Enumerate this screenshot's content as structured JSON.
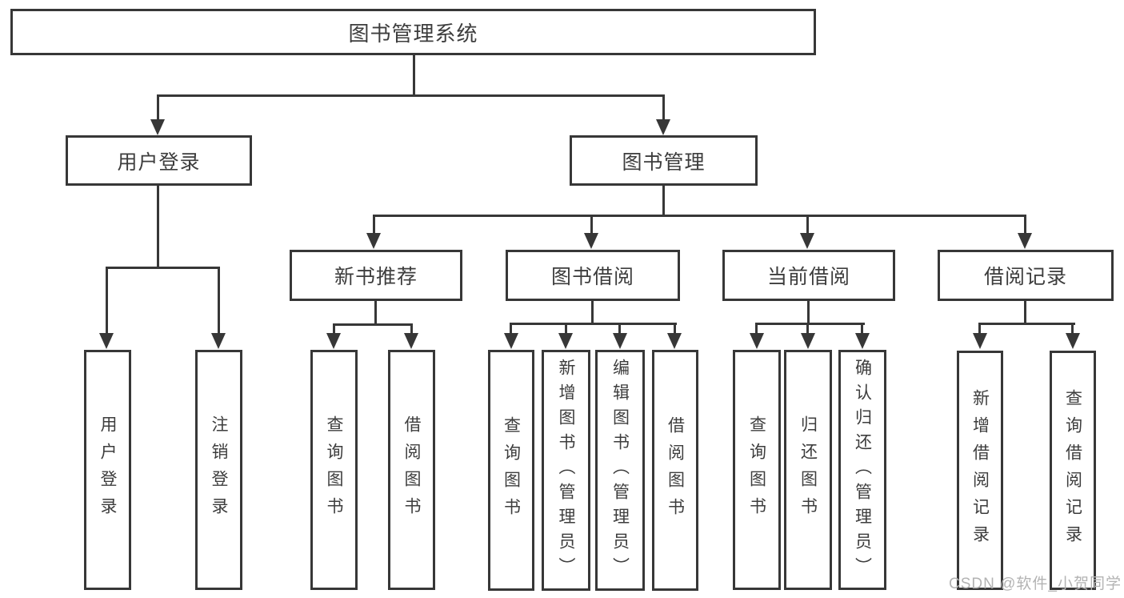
{
  "tree": {
    "label": "图书管理系统",
    "children": [
      {
        "label": "用户登录",
        "children": [
          {
            "label": "用户登录"
          },
          {
            "label": "注销登录"
          }
        ]
      },
      {
        "label": "图书管理",
        "children": [
          {
            "label": "新书推荐",
            "children": [
              {
                "label": "查询图书"
              },
              {
                "label": "借阅图书"
              }
            ]
          },
          {
            "label": "图书借阅",
            "children": [
              {
                "label": "查询图书"
              },
              {
                "label": "新增图书（管理员）"
              },
              {
                "label": "编辑图书（管理员）"
              },
              {
                "label": "借阅图书"
              }
            ]
          },
          {
            "label": "当前借阅",
            "children": [
              {
                "label": "查询图书"
              },
              {
                "label": "归还图书"
              },
              {
                "label": "确认归还（管理员）"
              }
            ]
          },
          {
            "label": "借阅记录",
            "children": [
              {
                "label": "新增借阅记录"
              },
              {
                "label": "查询借阅记录"
              }
            ]
          }
        ]
      }
    ]
  },
  "watermark": {
    "text": "CSDN @软件_小贺同学"
  },
  "colors": {
    "line": "#373737",
    "text": "#3d3d3d",
    "watermark": "#b3b3b3",
    "background": "#ffffff"
  }
}
